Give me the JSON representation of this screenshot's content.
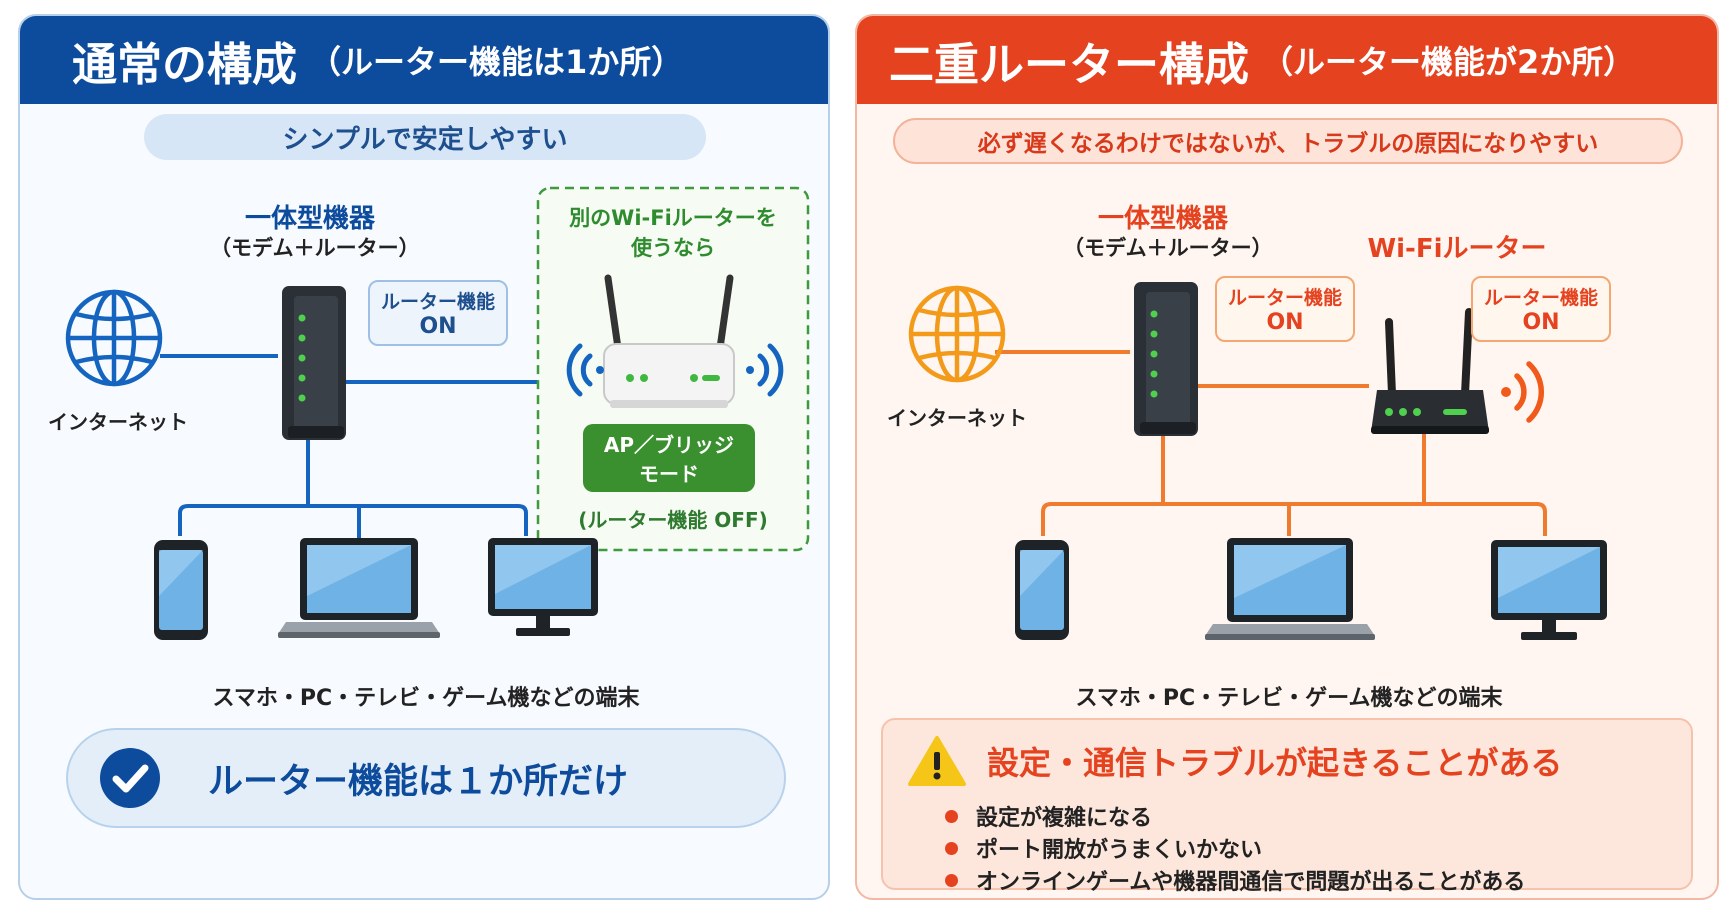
{
  "left": {
    "title": "通常の構成",
    "subtitle": "（ルーター機能は1か所）",
    "tagline": "シンプルで安定しやすい",
    "device_label": "一体型機器",
    "device_sublabel": "（モデム＋ルーター）",
    "router_badge_line1": "ルーター機能",
    "router_badge_line2": "ON",
    "internet_label": "インターネット",
    "optional_label_line1": "別のWi-Fiルーターを",
    "optional_label_line2": "使うなら",
    "ap_mode_line1": "AP／ブリッジ",
    "ap_mode_line2": "モード",
    "ap_mode_note": "(ルーター機能 OFF)",
    "devices_caption": "スマホ・PC・テレビ・ゲーム機などの端末",
    "summary": "ルーター機能は１か所だけ"
  },
  "right": {
    "title": "二重ルーター構成",
    "subtitle": "（ルーター機能が2か所）",
    "tagline": "必ず遅くなるわけではないが、トラブルの原因になりやすい",
    "device_label": "一体型機器",
    "device_sublabel": "（モデム＋ルーター）",
    "wifi_router_label": "Wi-Fiルーター",
    "router_badge1_line1": "ルーター機能",
    "router_badge1_line2": "ON",
    "router_badge2_line1": "ルーター機能",
    "router_badge2_line2": "ON",
    "internet_label": "インターネット",
    "devices_caption": "スマホ・PC・テレビ・ゲーム機などの端末",
    "warning_title": "設定・通信トラブルが起きることがある",
    "bullets": [
      "設定が複雑になる",
      "ポート開放がうまくいかない",
      "オンラインゲームや機器間通信で問題が出ることがある"
    ]
  },
  "colors": {
    "left_accent": "#0d4b9c",
    "right_accent": "#e5421f",
    "line_blue": "#1565c0",
    "line_orange": "#f07a2e",
    "green": "#2e8b2e"
  },
  "icons": [
    "globe-icon",
    "modem-router-icon",
    "wifi-router-icon",
    "smartphone-icon",
    "laptop-icon",
    "monitor-icon",
    "check-icon",
    "warning-icon",
    "wifi-signal-icon"
  ]
}
